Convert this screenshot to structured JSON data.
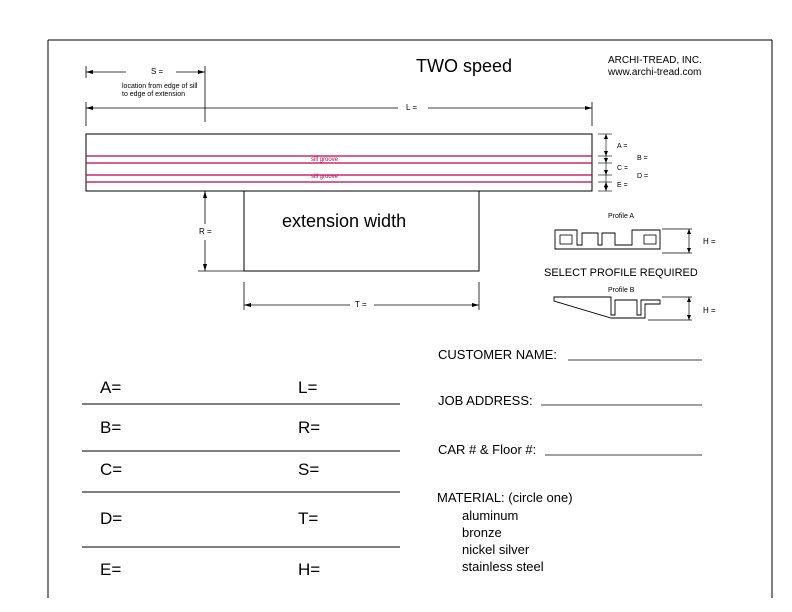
{
  "header": {
    "title": "TWO speed",
    "company_name": "ARCHI-TREAD, INC.",
    "company_url": "www.archi-tread.com"
  },
  "drawing": {
    "s_label": "S =",
    "s_note_line1": "location from edge of sill",
    "s_note_line2": "to edge of extension",
    "l_label": "L =",
    "groove_label_1": "sill groove",
    "groove_label_2": "sill groove",
    "extension_label": "extension width",
    "r_label": "R =",
    "t_label": "T =",
    "a_label": "A =",
    "b_label": "B =",
    "c_label": "C =",
    "d_label": "D =",
    "e_label": "E ="
  },
  "profiles": {
    "profile_a_label": "Profile A",
    "profile_b_label": "Profile B",
    "h_label_a": "H =",
    "h_label_b": "H =",
    "select_text": "SELECT PROFILE REQUIRED"
  },
  "measure_form": {
    "left": [
      "A=",
      "B=",
      "C=",
      "D=",
      "E="
    ],
    "right": [
      "L=",
      "R=",
      "S=",
      "T=",
      "H="
    ]
  },
  "customer_form": {
    "customer_name": "CUSTOMER NAME:",
    "job_address": "JOB ADDRESS:",
    "car_floor": "CAR # & Floor #:",
    "material_heading": "MATERIAL:  (circle one)",
    "materials": [
      "aluminum",
      "bronze",
      "nickel silver",
      "stainless steel"
    ]
  },
  "colors": {
    "groove_line": "#c0004a",
    "ink": "#000000"
  }
}
